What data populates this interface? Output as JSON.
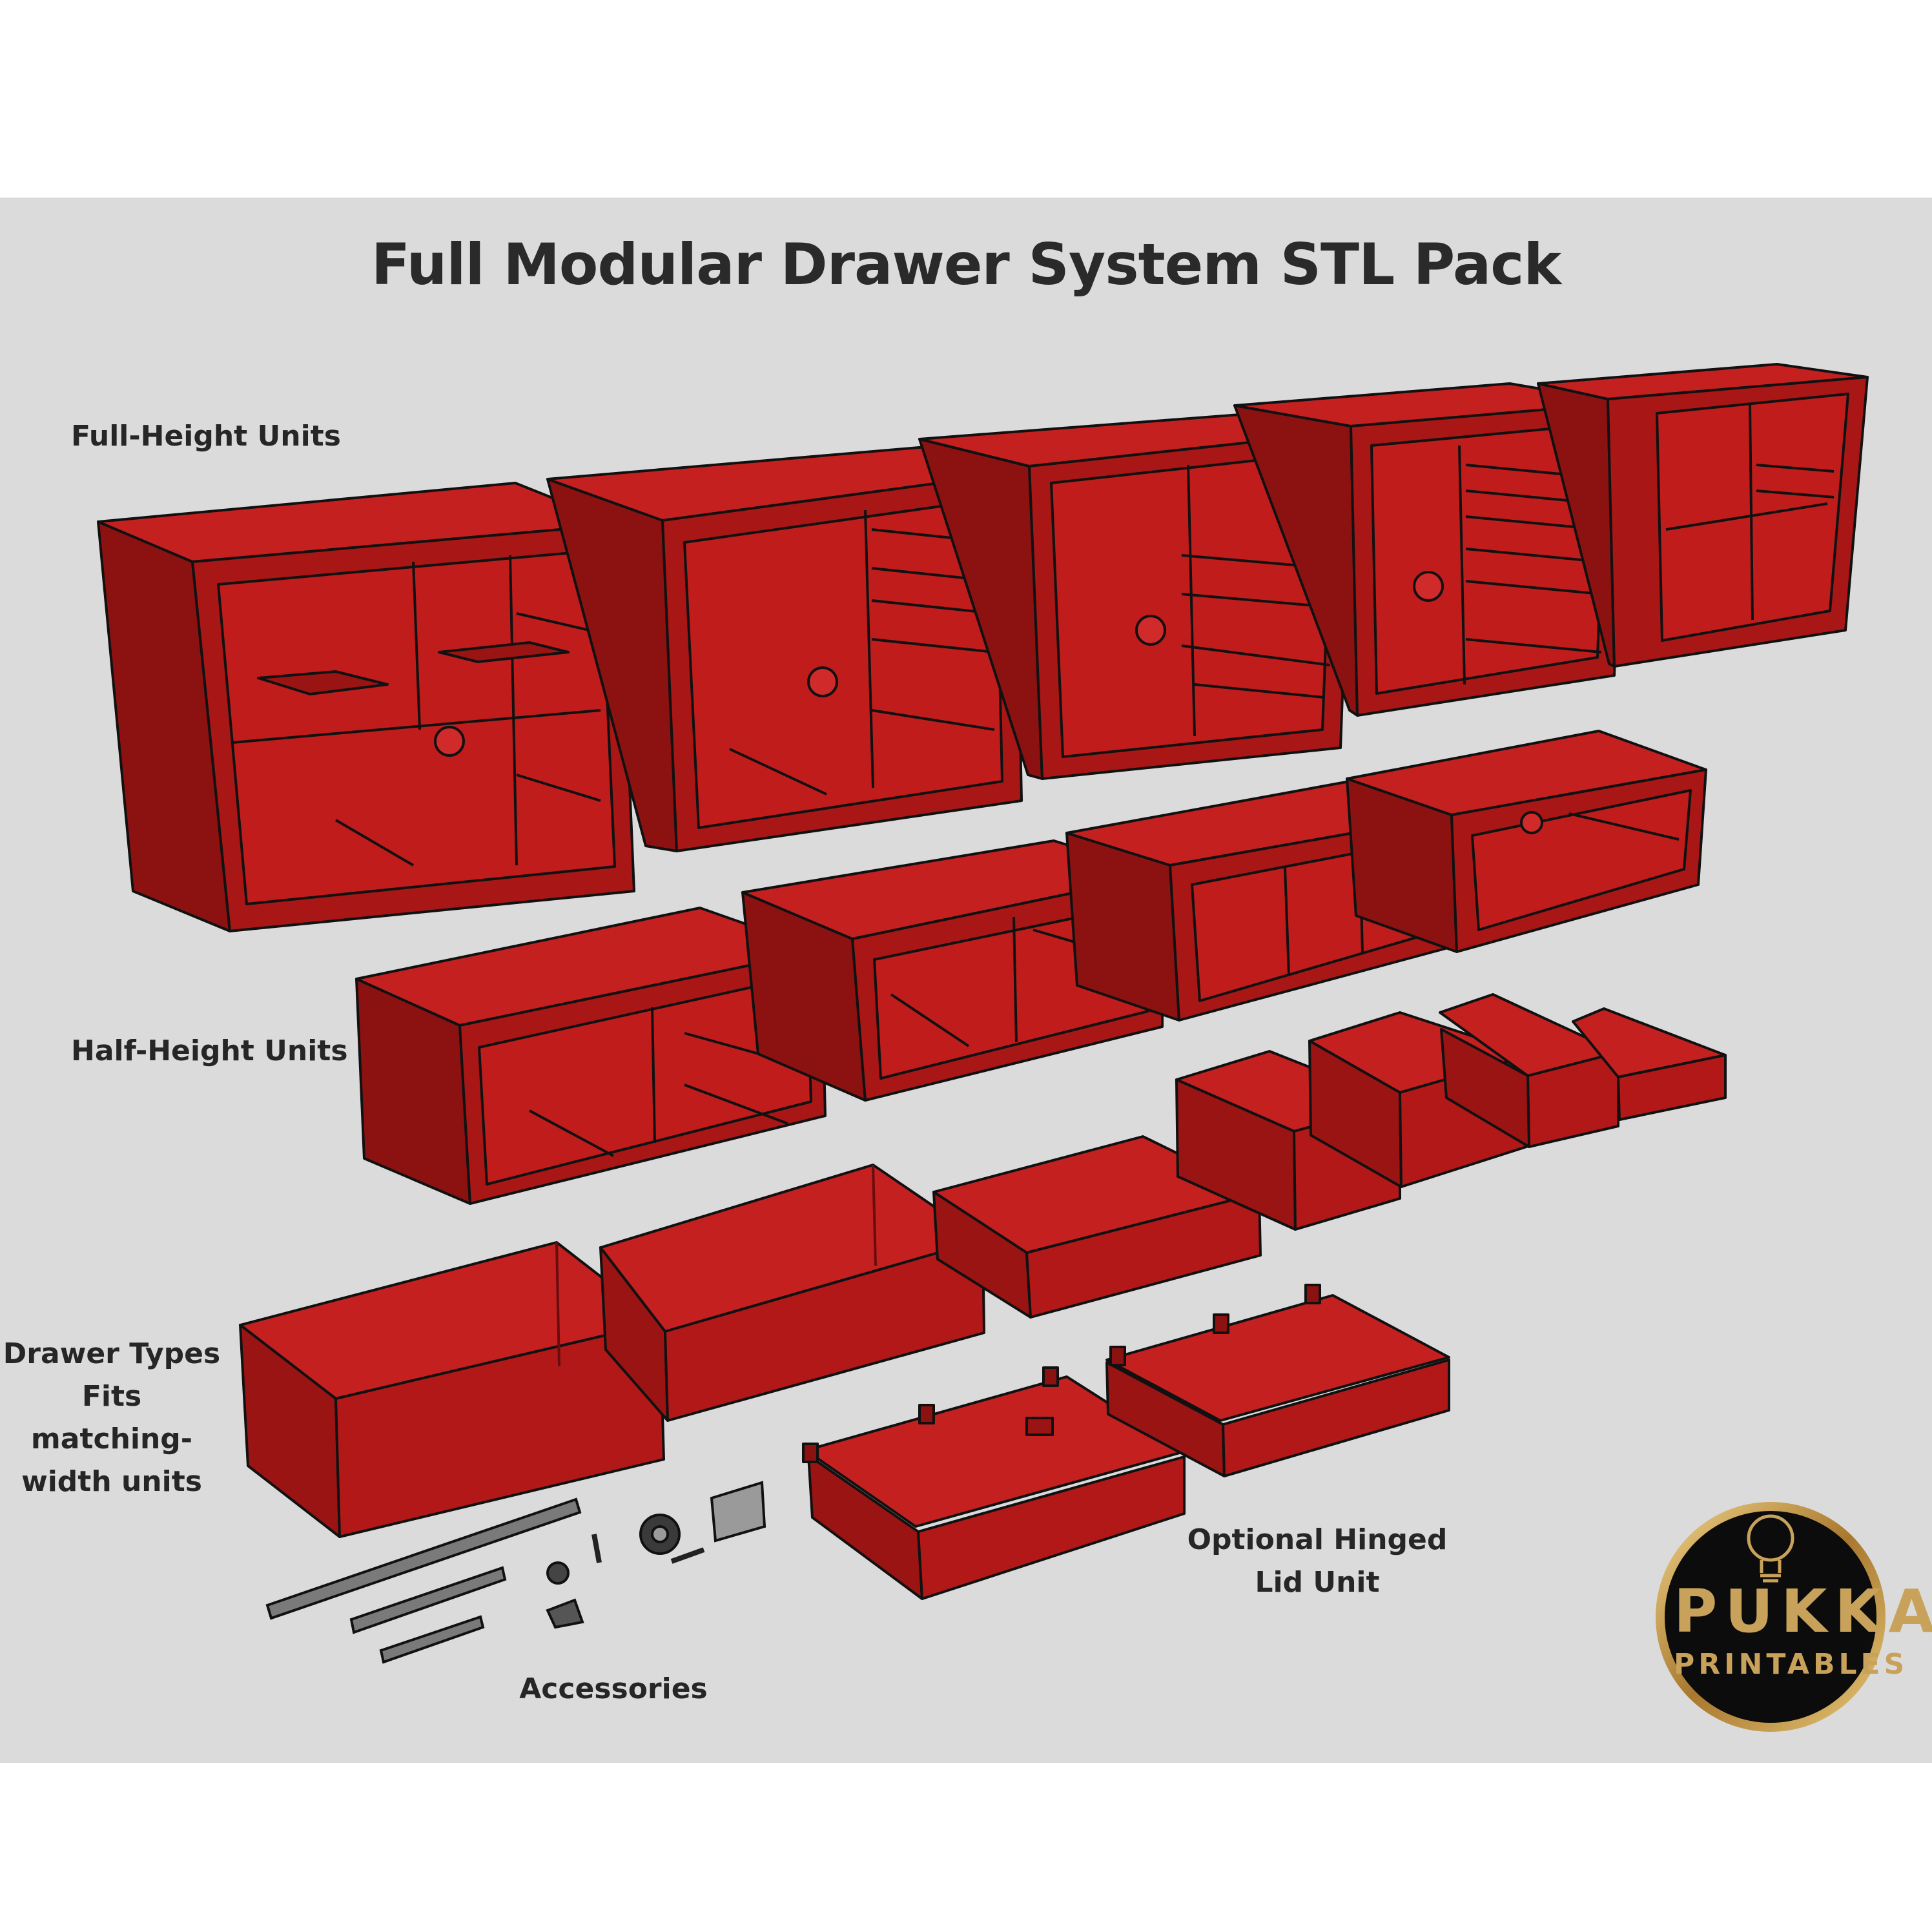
{
  "title": "Full Modular Drawer System STL Pack",
  "sections": {
    "full_height": "Full-Height Units",
    "half_height": "Half-Height Units",
    "drawer_types": [
      "Drawer Types",
      "Fits matching-",
      "width units"
    ],
    "hinged": [
      "Optional Hinged",
      "Lid Unit"
    ],
    "accessories": "Accessories"
  },
  "logo": {
    "line1": "PUKKA",
    "line2": "PRINTABLES",
    "icon": "lightbulb-icon"
  },
  "colors": {
    "background": "#dbdbdb",
    "part_red": "#b91818",
    "logo_gold": "#c8a25a",
    "logo_black": "#0c0c0c"
  }
}
